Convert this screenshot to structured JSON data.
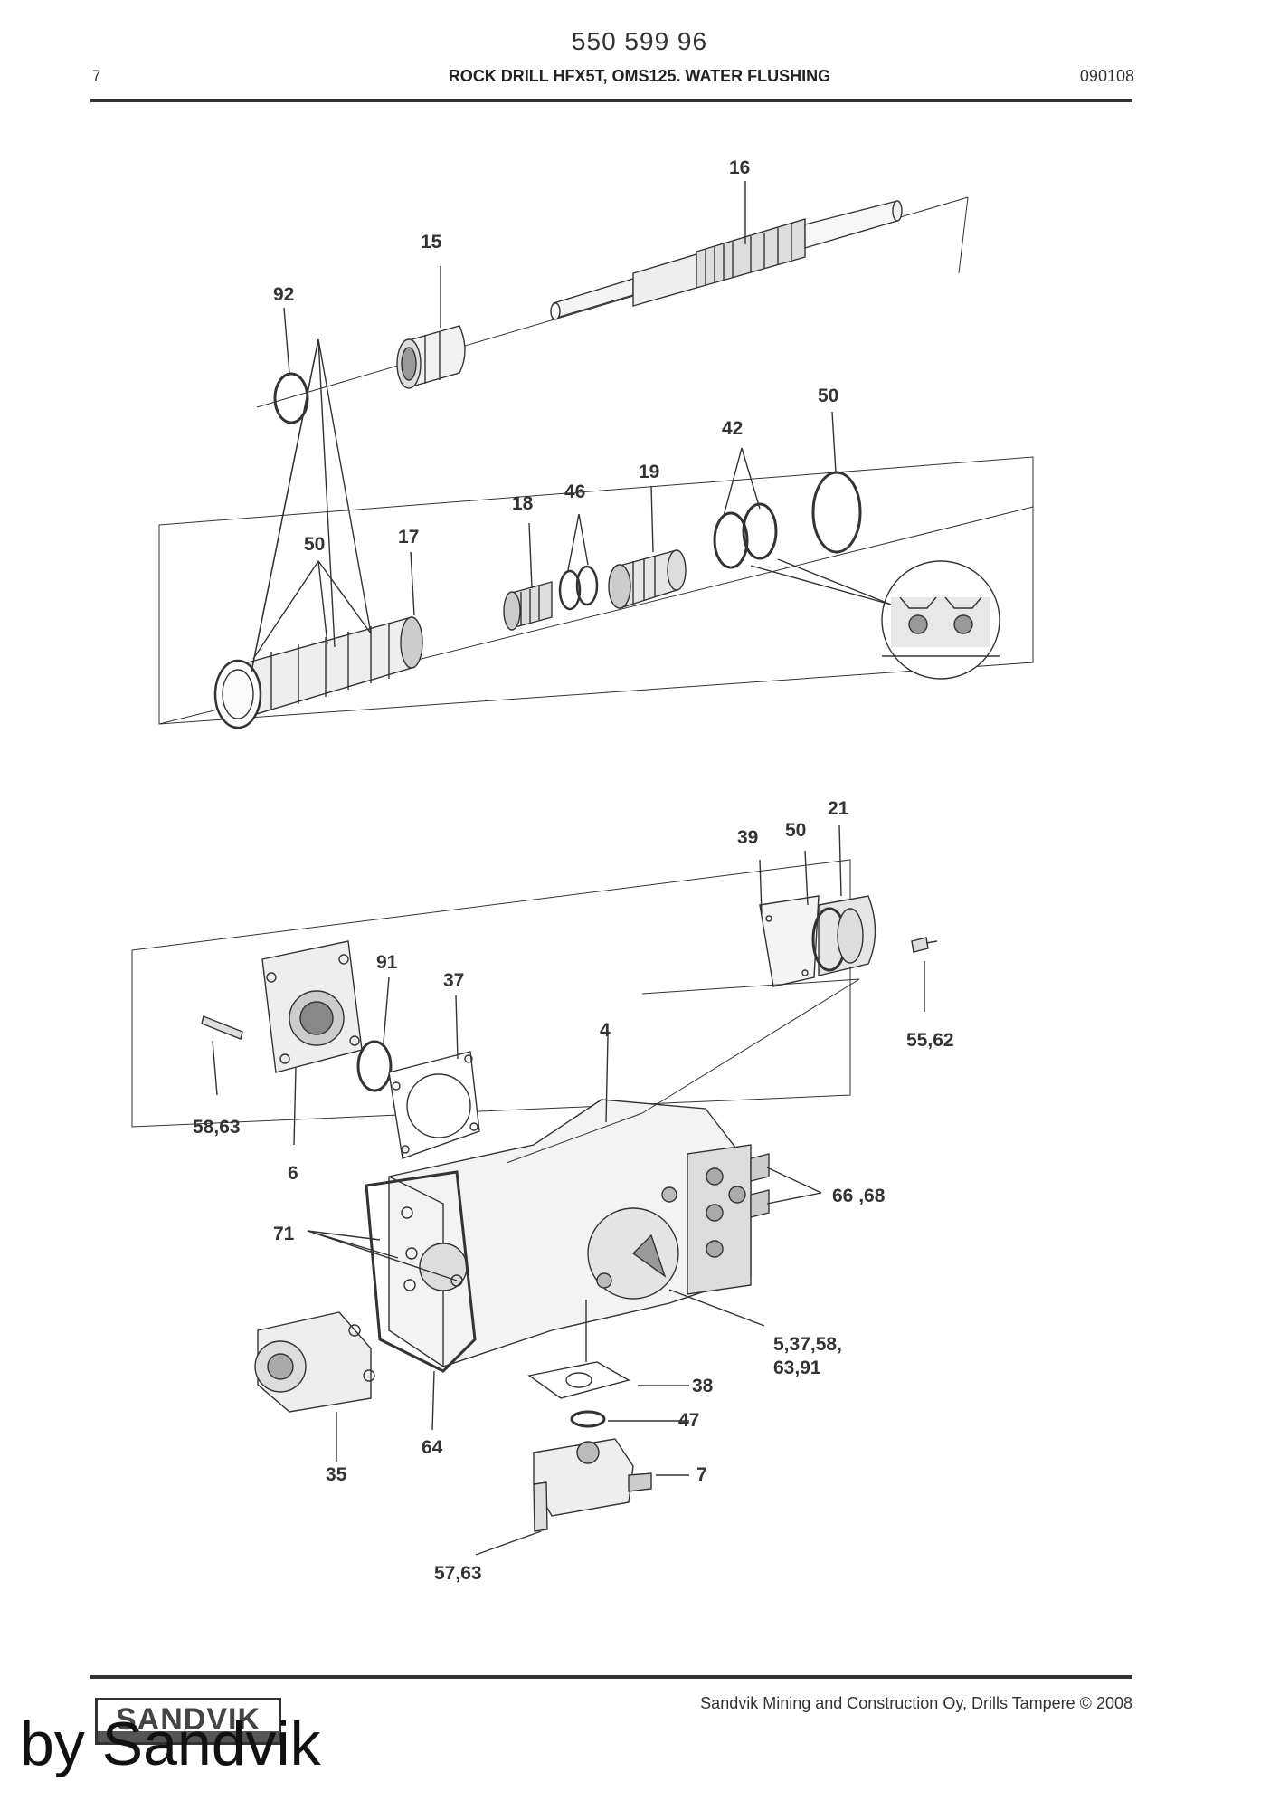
{
  "header": {
    "part_number": "550 599 96",
    "page": "7",
    "title": "ROCK DRILL HFX5T, OMS125. WATER FLUSHING",
    "date": "090108"
  },
  "diagram": {
    "labels": {
      "l16": "16",
      "l15": "15",
      "l92": "92",
      "l50a": "50",
      "l42": "42",
      "l19": "19",
      "l46": "46",
      "l18": "18",
      "l17": "17",
      "l50b": "50",
      "l21": "21",
      "l50c": "50",
      "l39": "39",
      "l91": "91",
      "l37": "37",
      "l4": "4",
      "l5562": "55,62",
      "l5863": "58,63",
      "l6": "6",
      "l6668": "66  ,68",
      "l71": "71",
      "l537": "5,37,58,",
      "l6391": "63,91",
      "l38": "38",
      "l47": "47",
      "l7": "7",
      "l64": "64",
      "l35": "35",
      "l5763": "57,63"
    }
  },
  "footer": {
    "copyright": "Sandvik Mining and Construction Oy, Drills Tampere © 2008",
    "logo_text": "SANDVIK",
    "watermark": "by Sandvik"
  }
}
